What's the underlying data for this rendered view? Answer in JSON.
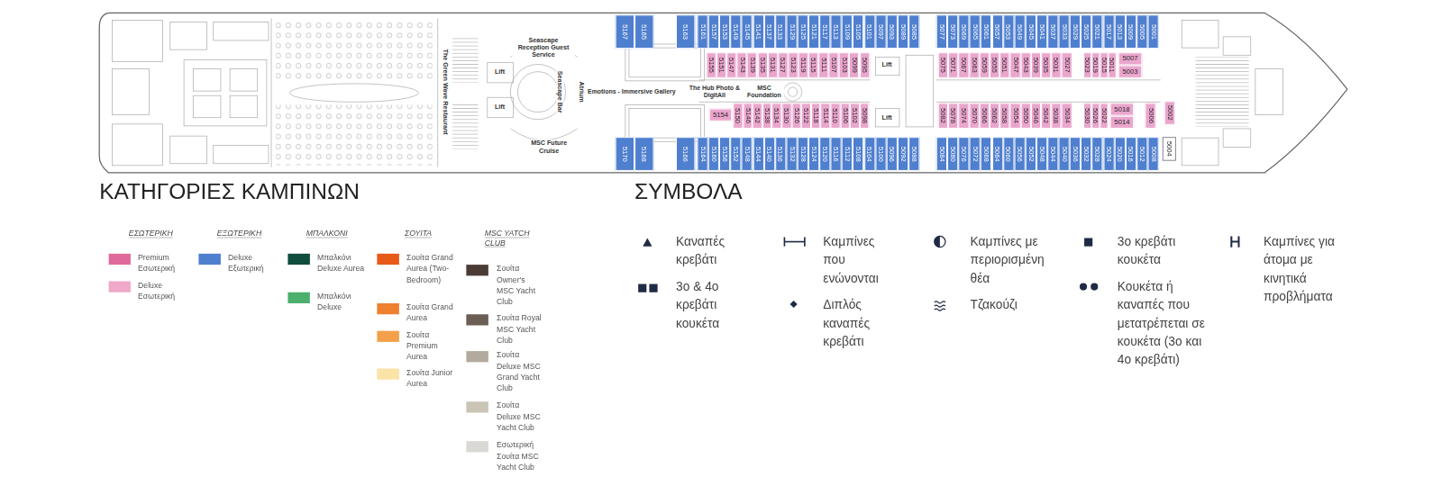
{
  "diagram": {
    "nodes": [
      {
        "text": [
          "5167"
        ]
      },
      {
        "text": [
          "5165"
        ]
      },
      {
        "text": [
          "5163"
        ]
      },
      {
        "text": [
          "5161"
        ]
      },
      {
        "text": [
          "5157"
        ]
      },
      {
        "text": [
          "5153"
        ]
      },
      {
        "text": [
          "5149"
        ]
      },
      {
        "text": [
          "5145"
        ]
      },
      {
        "text": [
          "5141"
        ]
      },
      {
        "text": [
          "5137"
        ]
      },
      {
        "text": [
          "5133"
        ]
      },
      {
        "text": [
          "5129"
        ]
      },
      {
        "text": [
          "5125"
        ]
      },
      {
        "text": [
          "5121"
        ]
      },
      {
        "text": [
          "5117"
        ]
      },
      {
        "text": [
          "5113"
        ]
      },
      {
        "text": [
          "5109"
        ]
      },
      {
        "text": [
          "5105"
        ]
      },
      {
        "text": [
          "5101"
        ]
      },
      {
        "text": [
          "5097"
        ]
      },
      {
        "text": [
          "5093"
        ]
      },
      {
        "text": [
          "5089"
        ]
      },
      {
        "text": [
          "5085"
        ]
      },
      {
        "text": [
          "5077"
        ]
      },
      {
        "text": [
          "5073"
        ]
      },
      {
        "text": [
          "5069"
        ]
      },
      {
        "text": [
          "5065"
        ]
      },
      {
        "text": [
          "5061"
        ]
      },
      {
        "text": [
          "5057"
        ]
      },
      {
        "text": [
          "5053"
        ]
      },
      {
        "text": [
          "5049"
        ]
      },
      {
        "text": [
          "5045"
        ]
      },
      {
        "text": [
          "5041"
        ]
      },
      {
        "text": [
          "5037"
        ]
      },
      {
        "text": [
          "5033"
        ]
      },
      {
        "text": [
          "5029"
        ]
      },
      {
        "text": [
          "5025"
        ]
      },
      {
        "text": [
          "5021"
        ]
      },
      {
        "text": [
          "5017"
        ]
      },
      {
        "text": [
          "5013"
        ]
      },
      {
        "text": [
          "5009"
        ]
      },
      {
        "text": [
          "5005"
        ]
      },
      {
        "text": [
          "5001"
        ]
      },
      {
        "text": [
          "5155"
        ]
      },
      {
        "text": [
          "5151"
        ]
      },
      {
        "text": [
          "5147"
        ]
      },
      {
        "text": [
          "5143"
        ]
      },
      {
        "text": [
          "5139"
        ]
      },
      {
        "text": [
          "5135"
        ]
      },
      {
        "text": [
          "5131"
        ]
      },
      {
        "text": [
          "5127"
        ]
      },
      {
        "text": [
          "5123"
        ]
      },
      {
        "text": [
          "5119"
        ]
      },
      {
        "text": [
          "5115"
        ]
      },
      {
        "text": [
          "5111"
        ]
      },
      {
        "text": [
          "5107"
        ]
      },
      {
        "text": [
          "5103"
        ]
      },
      {
        "text": [
          "5099"
        ]
      },
      {
        "text": [
          "5095"
        ]
      },
      {
        "text": [
          "5075"
        ]
      },
      {
        "text": [
          "5071"
        ]
      },
      {
        "text": [
          "5067"
        ]
      },
      {
        "text": [
          "5063"
        ]
      },
      {
        "text": [
          "5059"
        ]
      },
      {
        "text": [
          "5055"
        ]
      },
      {
        "text": [
          "5051"
        ]
      },
      {
        "text": [
          "5047"
        ]
      },
      {
        "text": [
          "5043"
        ]
      },
      {
        "text": [
          "5039"
        ]
      },
      {
        "text": [
          "5035"
        ]
      },
      {
        "text": [
          "5031"
        ]
      },
      {
        "text": [
          "5027"
        ]
      },
      {
        "text": [
          "5023"
        ]
      },
      {
        "text": [
          "5019"
        ]
      },
      {
        "text": [
          "5015"
        ]
      },
      {
        "text": [
          "5011"
        ]
      },
      {
        "text": [
          "5007"
        ]
      },
      {
        "text": [
          "5003"
        ]
      },
      {
        "text": [
          "5154"
        ]
      },
      {
        "text": [
          "5150"
        ]
      },
      {
        "text": [
          "5146"
        ]
      },
      {
        "text": [
          "5142"
        ]
      },
      {
        "text": [
          "5138"
        ]
      },
      {
        "text": [
          "5134"
        ]
      },
      {
        "text": [
          "5130"
        ]
      },
      {
        "text": [
          "5126"
        ]
      },
      {
        "text": [
          "5122"
        ]
      },
      {
        "text": [
          "5118"
        ]
      },
      {
        "text": [
          "5114"
        ]
      },
      {
        "text": [
          "5110"
        ]
      },
      {
        "text": [
          "5106"
        ]
      },
      {
        "text": [
          "5102"
        ]
      },
      {
        "text": [
          "5098"
        ]
      },
      {
        "text": [
          "5082"
        ]
      },
      {
        "text": [
          "5078"
        ]
      },
      {
        "text": [
          "5074"
        ]
      },
      {
        "text": [
          "5070"
        ]
      },
      {
        "text": [
          "5066"
        ]
      },
      {
        "text": [
          "5062"
        ]
      },
      {
        "text": [
          "5058"
        ]
      },
      {
        "text": [
          "5054"
        ]
      },
      {
        "text": [
          "5050"
        ]
      },
      {
        "text": [
          "5046"
        ]
      },
      {
        "text": [
          "5042"
        ]
      },
      {
        "text": [
          "5038"
        ]
      },
      {
        "text": [
          "5034"
        ]
      },
      {
        "text": [
          "5030"
        ]
      },
      {
        "text": [
          "5026"
        ]
      },
      {
        "text": [
          "5022"
        ]
      },
      {
        "text": [
          "5018"
        ]
      },
      {
        "text": [
          "5014"
        ]
      },
      {
        "text": [
          "5006"
        ]
      },
      {
        "text": [
          "5002"
        ]
      },
      {
        "text": [
          "5170"
        ]
      },
      {
        "text": [
          "5168"
        ]
      },
      {
        "text": [
          "5166"
        ]
      },
      {
        "text": [
          "5164"
        ]
      },
      {
        "text": [
          "5160"
        ]
      },
      {
        "text": [
          "5156"
        ]
      },
      {
        "text": [
          "5152"
        ]
      },
      {
        "text": [
          "5148"
        ]
      },
      {
        "text": [
          "5144"
        ]
      },
      {
        "text": [
          "5140"
        ]
      },
      {
        "text": [
          "5136"
        ]
      },
      {
        "text": [
          "5132"
        ]
      },
      {
        "text": [
          "5128"
        ]
      },
      {
        "text": [
          "5124"
        ]
      },
      {
        "text": [
          "5120"
        ]
      },
      {
        "text": [
          "5116"
        ]
      },
      {
        "text": [
          "5112"
        ]
      },
      {
        "text": [
          "5108"
        ]
      },
      {
        "text": [
          "5104"
        ]
      },
      {
        "text": [
          "5100"
        ]
      },
      {
        "text": [
          "5096"
        ]
      },
      {
        "text": [
          "5092"
        ]
      },
      {
        "text": [
          "5088"
        ]
      },
      {
        "text": [
          "5084"
        ]
      },
      {
        "text": [
          "5080"
        ]
      },
      {
        "text": [
          "5076"
        ]
      },
      {
        "text": [
          "5072"
        ]
      },
      {
        "text": [
          "5068"
        ]
      },
      {
        "text": [
          "5064"
        ]
      },
      {
        "text": [
          "5060"
        ]
      },
      {
        "text": [
          "5056"
        ]
      },
      {
        "text": [
          "5052"
        ]
      },
      {
        "text": [
          "5048"
        ]
      },
      {
        "text": [
          "5044"
        ]
      },
      {
        "text": [
          "5040"
        ]
      },
      {
        "text": [
          "5036"
        ]
      },
      {
        "text": [
          "5032"
        ]
      },
      {
        "text": [
          "5028"
        ]
      },
      {
        "text": [
          "5024"
        ]
      },
      {
        "text": [
          "5020"
        ]
      },
      {
        "text": [
          "5016"
        ]
      },
      {
        "text": [
          "5012"
        ]
      },
      {
        "text": [
          "5008"
        ]
      },
      {
        "text": [
          "5004"
        ]
      }
    ],
    "labels": [
      "Seascape Reception Guest Service",
      "The Green Wave Restaurant",
      "Lift",
      "Lift",
      "Seascape Bar",
      "Atrium",
      "Emotions - Immersive Gallery",
      "The Hub Photo & DigitAll",
      "MSC Foundation",
      "MSC Future Cruise",
      "Lift",
      "Lift",
      "ΚΑΤΗΓΟΡΙΕΣ ΚΑΜΠΙΝΩΝ",
      "ΣΥΜΒΟΛΑ",
      "ΕΣΩΤΕΡΙΚΗ",
      "ΕΞΩΤΕΡΙΚΗ",
      "ΜΠΑΛΚΟΝΙ",
      "ΣΟΥΙΤΑ",
      "MSC YATCH CLUB"
    ],
    "legend": [
      {
        "text": "Premium Εσωτερική",
        "color": "#e06b9a"
      },
      {
        "text": "Deluxe Εσωτερική",
        "color": "#f0a8c8"
      },
      {
        "text": "Deluxe Εξωτερική",
        "color": "#4f7fcf"
      },
      {
        "text": "Μπαλκόνι Deluxe Aurea",
        "color": "#0f4d3e"
      },
      {
        "text": "Μπαλκόνι Deluxe",
        "color": "#4caf6e"
      },
      {
        "text": "Σουίτα Grand Aurea (Two-Bedroom)",
        "color": "#e85a18"
      },
      {
        "text": "Σουίτα Grand Aurea",
        "color": "#ee8030"
      },
      {
        "text": "Σουίτα Premium Aurea",
        "color": "#f4a04a"
      },
      {
        "text": "Σουίτα Junior Aurea",
        "color": "#fbe3a8"
      },
      {
        "text": "Σουίτα Owner's MSC Yacht Club",
        "color": "#4a3c34"
      },
      {
        "text": "Σουίτα Royal MSC Yacht Club",
        "color": "#6b5e55"
      },
      {
        "text": "Σουίτα Deluxe MSC Grand Yacht Club",
        "color": "#b2aa9c"
      },
      {
        "text": "Σουίτα Deluxe MSC Yacht Club",
        "color": "#c9c4b5"
      },
      {
        "text": "Εσωτερική Σουίτα MSC Yacht Club",
        "color": "#d9d8d4"
      },
      {
        "text": "Καναπές κρεβάτι"
      },
      {
        "text": "3ο & 4ο κρεβάτι κουκέτα"
      },
      {
        "text": "Καμπίνες που ενώνονται"
      },
      {
        "text": "Διπλός καναπές κρεβάτι"
      },
      {
        "text": "Καμπίνες με περιορισμένη θέα"
      },
      {
        "text": "Τζακούζι"
      },
      {
        "text": "3ο κρεβάτι κουκέτα"
      },
      {
        "text": "Κουκέτα ή καναπές που μετατρέπεται σε κουκέτα (3ο και 4ο κρεβάτι)"
      },
      {
        "text": "Καμπίνες για άτομα με κινητικά προβλήματα"
      }
    ]
  }
}
